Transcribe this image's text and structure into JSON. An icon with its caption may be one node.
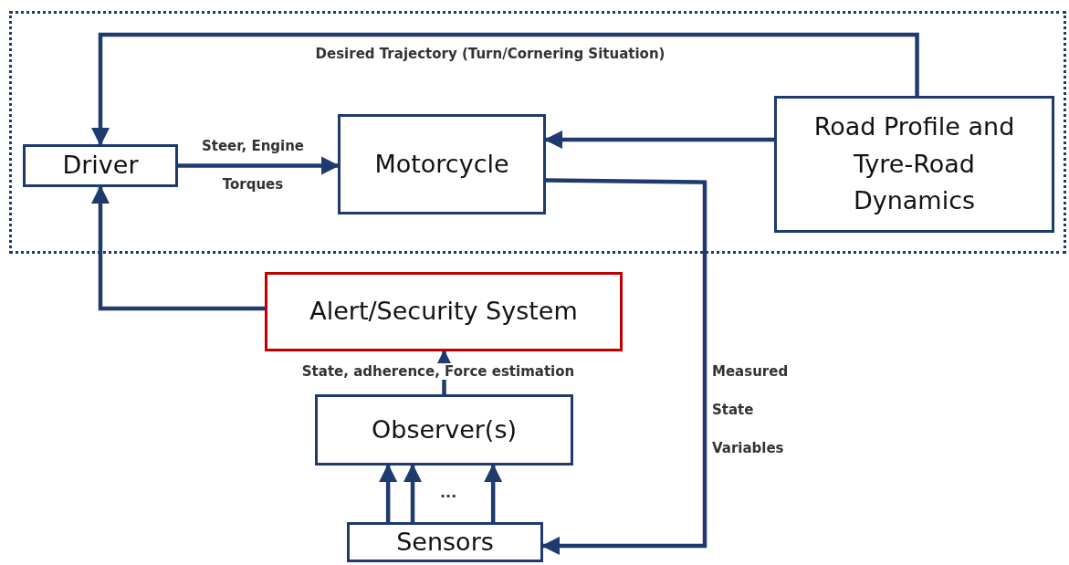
{
  "diagram": {
    "nodes": [
      {
        "text": [],
        "shape": "box"
      },
      {
        "text": [
          "Driver"
        ],
        "in": 0
      },
      {
        "text": [
          "Motorcycle"
        ],
        "in": 0
      },
      {
        "text": [
          "Road Profile and Tyre-Road Dynamics"
        ],
        "in": 0
      },
      {
        "text": [
          "Alert/Security System"
        ]
      },
      {
        "text": [
          "Observer(s)"
        ]
      },
      {
        "text": [
          "Sensors"
        ]
      }
    ],
    "edges": [
      {
        "from": 3,
        "to": 1,
        "arrow": "to",
        "label": "Desired Trajectory (Turn/Cornering Situation)"
      },
      {
        "from": 1,
        "to": 2,
        "arrow": "to",
        "label": "Steer, Engine Torques"
      },
      {
        "from": 3,
        "to": 2,
        "arrow": "to"
      },
      {
        "from": 2,
        "to": 6,
        "arrow": "to",
        "label": "Measured State Variables"
      },
      {
        "from": 4,
        "to": 1,
        "arrow": "to"
      },
      {
        "from": 5,
        "to": 4,
        "arrow": "to",
        "label": "State, adherence, Force estimation"
      },
      {
        "from": 6,
        "to": 5,
        "arrow": "to"
      },
      {
        "from": 6,
        "to": 5,
        "arrow": "to"
      },
      {
        "from": 6,
        "to": 5,
        "arrow": "to"
      }
    ],
    "labels": [
      "..."
    ]
  }
}
